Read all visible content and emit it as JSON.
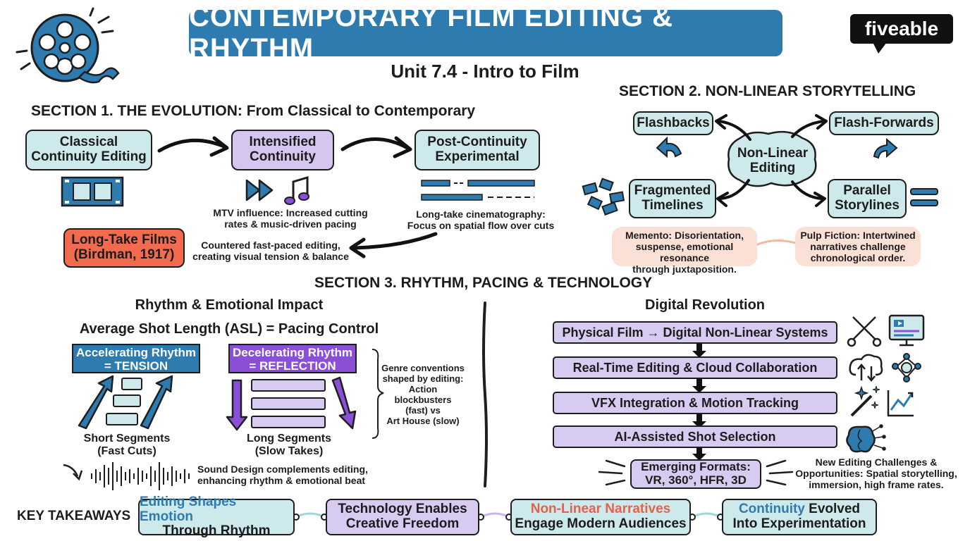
{
  "header": {
    "title": "CONTEMPORARY FILM EDITING & RHYTHM",
    "subtitle": "Unit 7.4 - Intro to Film",
    "brand": "fiveable"
  },
  "section1": {
    "heading": "SECTION 1. THE EVOLUTION: From Classical to Contemporary",
    "stages": [
      {
        "label_line1": "Classical",
        "label_line2": "Continuity Editing"
      },
      {
        "label_line1": "Intensified",
        "label_line2": "Continuity"
      },
      {
        "label_line1": "Post-Continuity",
        "label_line2": "Experimental"
      }
    ],
    "mtv_note_line1": "MTV influence: Increased cutting",
    "mtv_note_line2": "rates & music-driven pacing",
    "longtake_note_line1": "Long-take cinematography:",
    "longtake_note_line2": "Focus on spatial flow over cuts",
    "longtake_films_line1": "Long-Take Films",
    "longtake_films_line2": "(Birdman, 1917)",
    "counter_note_line1": "Countered fast-paced editing,",
    "counter_note_line2": "creating visual tension & balance"
  },
  "section2": {
    "heading": "SECTION 2. NON-LINEAR STORYTELLING",
    "center_line1": "Non-Linear",
    "center_line2": "Editing",
    "flashbacks": "Flashbacks",
    "flashforwards": "Flash-Forwards",
    "fragmented_line1": "Fragmented",
    "fragmented_line2": "Timelines",
    "parallel_line1": "Parallel",
    "parallel_line2": "Storylines",
    "memento_line1": "Memento: Disorientation,",
    "memento_line2": "suspense, emotional resonance",
    "memento_line3": "through juxtaposition.",
    "pulp_line1": "Pulp Fiction: Intertwined",
    "pulp_line2": "narratives challenge",
    "pulp_line3": "chronological order."
  },
  "section3": {
    "heading": "SECTION 3. RHYTHM, PACING & TECHNOLOGY",
    "rhythm_title": "Rhythm & Emotional Impact",
    "asl": "Average Shot Length (ASL) = Pacing Control",
    "accel_line1": "Accelerating Rhythm",
    "accel_line2": "= TENSION",
    "decel_line1": "Decelerating Rhythm",
    "decel_line2": "= REFLECTION",
    "short_line1": "Short Segments",
    "short_line2": "(Fast Cuts)",
    "long_line1": "Long Segments",
    "long_line2": "(Slow Takes)",
    "genre_line1": "Genre conventions",
    "genre_line2": "shaped by editing:",
    "genre_line3": "Action blockbusters",
    "genre_line4": "(fast) vs",
    "genre_line5": "Art House (slow)",
    "sound_line1": "Sound Design complements editing,",
    "sound_line2": "enhancing rhythm & emotional beat",
    "digital_title": "Digital Revolution",
    "steps": [
      "Physical Film → Digital Non-Linear Systems",
      "Real-Time Editing & Cloud Collaboration",
      "VFX Integration & Motion Tracking",
      "AI-Assisted Shot Selection"
    ],
    "emerging_line1": "Emerging Formats:",
    "emerging_line2": "VR, 360°, HFR, 3D",
    "challenges_line1": "New Editing Challenges &",
    "challenges_line2": "Opportunities: Spatial storytelling,",
    "challenges_line3": "immersion, high frame rates."
  },
  "takeaways": {
    "label": "KEY TAKEAWAYS",
    "items": [
      {
        "accent": "Editing Shapes Emotion",
        "rest": "Through Rhythm",
        "accent_color": "#2e7bb0"
      },
      {
        "accent": "Technology Enables",
        "rest": "Creative Freedom",
        "accent_color": "#1c1c1c"
      },
      {
        "accent": "Non-Linear Narratives",
        "rest": "Engage Modern Audiences",
        "accent_color": "#e2634a"
      },
      {
        "accent": "Continuity",
        "accent_rest": " Evolved",
        "rest": "Into Experimentation",
        "accent_color": "#2e7bb0"
      }
    ]
  },
  "colors": {
    "title_bg": "#2e7bb0",
    "teal_box": "#cde9ec",
    "purple_box": "#d5c6ef",
    "accent_red": "#f26b4f",
    "note_pink": "#fbe0d6",
    "blue_badge": "#2e7bb0",
    "purple_badge": "#8a4fd6"
  },
  "icons": [
    "film-reel-icon",
    "film-strip-icon",
    "fast-forward-icon",
    "music-note-icon",
    "timeline-bars-icon",
    "curved-arrow-icon",
    "scissors-icon",
    "monitor-icon",
    "cloud-sync-icon",
    "network-icon",
    "magic-wand-icon",
    "growth-chart-icon",
    "ai-brain-icon",
    "sound-wave-icon",
    "equals-icon",
    "fragments-icon"
  ]
}
